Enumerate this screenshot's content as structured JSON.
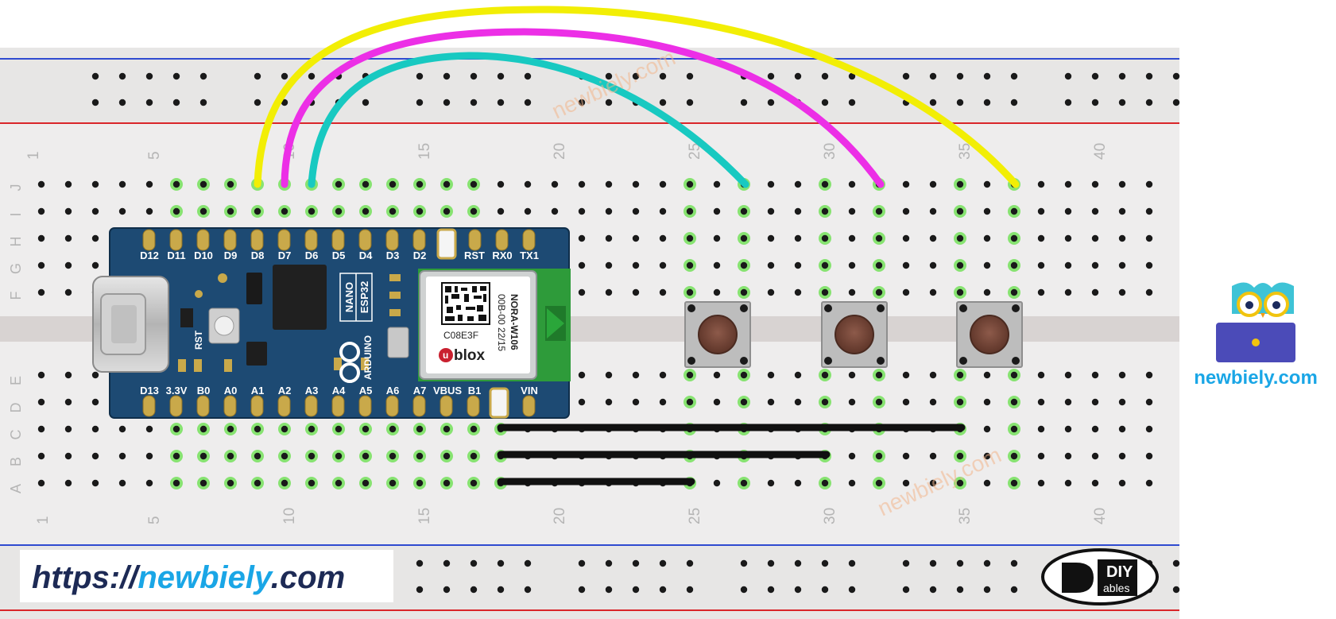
{
  "breadboard": {
    "column_numbers": [
      "1",
      "5",
      "10",
      "15",
      "20",
      "25",
      "30",
      "35",
      "40"
    ],
    "row_letters_top": [
      "J",
      "I",
      "H",
      "G",
      "F"
    ],
    "row_letters_bottom": [
      "E",
      "D",
      "C",
      "B",
      "A"
    ]
  },
  "board": {
    "top_pins": [
      "D12",
      "D11",
      "D10",
      "D9",
      "D8",
      "D7",
      "D6",
      "D5",
      "D4",
      "D3",
      "D2",
      "",
      "RST",
      "RX0",
      "TX1"
    ],
    "bottom_pins": [
      "D13",
      "3.3V",
      "B0",
      "A0",
      "A1",
      "A2",
      "A3",
      "A4",
      "A5",
      "A6",
      "A7",
      "VBUS",
      "B1",
      "",
      "VIN"
    ],
    "name_line1": "NANO",
    "name_line2": "ESP32",
    "brand": "ARDUINO",
    "reset_label": "RST",
    "module": {
      "code": "C08E3F",
      "line1": "00B-00 22/15",
      "line2": "NORA-W106",
      "brand": "blox"
    }
  },
  "wires": {
    "yellow": "#f2ee05",
    "magenta": "#ec2fe6",
    "cyan": "#18c9c1",
    "black": "#111111"
  },
  "watermark": "newbiely.com",
  "url_banner": {
    "prefix": "https://",
    "brand": "newbiely",
    "suffix": ".com"
  },
  "logo": {
    "text": "newbiely.com"
  },
  "diy_logo": {
    "top": "DIY",
    "bottom": "ables"
  },
  "colors": {
    "rail_red": "#d9262a",
    "rail_blue": "#2f4bd0",
    "pcb_blue": "#1d4a73",
    "highlight_green": "#74e05a",
    "button_cap": "#7a4b3e",
    "logo_blue": "#1aa6e6"
  }
}
